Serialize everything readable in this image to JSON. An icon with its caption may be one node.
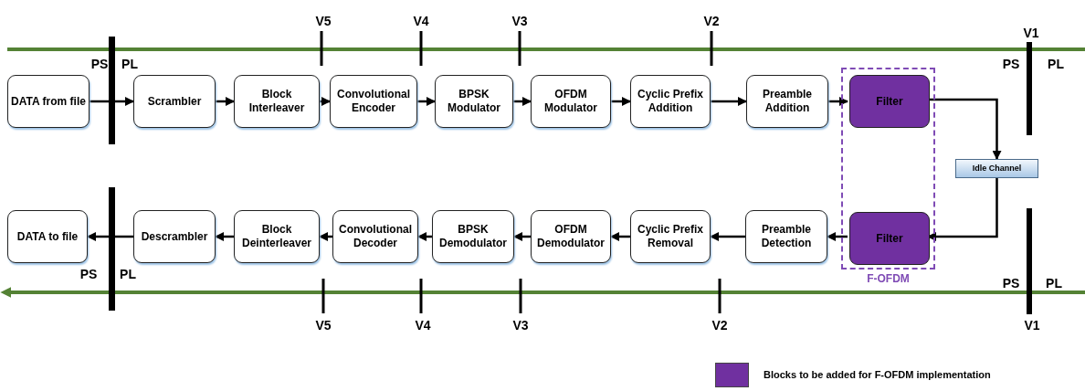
{
  "diagram": {
    "nodes": [
      {
        "text": [
          "DATA from file"
        ]
      },
      {
        "text": [
          "Scrambler"
        ]
      },
      {
        "text": [
          "Block Interleaver"
        ]
      },
      {
        "text": [
          "Convolutional Encoder"
        ]
      },
      {
        "text": [
          "BPSK Modulator"
        ]
      },
      {
        "text": [
          "OFDM Modulator"
        ]
      },
      {
        "text": [
          "Cyclic Prefix Addition"
        ]
      },
      {
        "text": [
          "Preamble Addition"
        ]
      },
      {
        "text": [
          "F-OFDM"
        ]
      },
      {
        "text": [
          "Filter"
        ],
        "in": 8
      },
      {
        "text": [
          "Idle Channel"
        ]
      },
      {
        "text": [
          "Filter"
        ],
        "in": 8
      },
      {
        "text": [
          "Preamble Detection"
        ]
      },
      {
        "text": [
          "Cyclic Prefix Removal"
        ]
      },
      {
        "text": [
          "OFDM Demodulator"
        ]
      },
      {
        "text": [
          "BPSK Demodulator"
        ]
      },
      {
        "text": [
          "Convolutional Decoder"
        ]
      },
      {
        "text": [
          "Block Deinterleaver"
        ]
      },
      {
        "text": [
          "Descrambler"
        ]
      },
      {
        "text": [
          "DATA to file"
        ]
      }
    ],
    "edges": [
      {
        "from": 0,
        "to": 1,
        "arrow": "to"
      },
      {
        "from": 1,
        "to": 2,
        "arrow": "to"
      },
      {
        "from": 2,
        "to": 3,
        "arrow": "to"
      },
      {
        "from": 3,
        "to": 4,
        "arrow": "to"
      },
      {
        "from": 4,
        "to": 5,
        "arrow": "to"
      },
      {
        "from": 5,
        "to": 6,
        "arrow": "to"
      },
      {
        "from": 6,
        "to": 7,
        "arrow": "to"
      },
      {
        "from": 7,
        "to": 9,
        "arrow": "to"
      },
      {
        "from": 9,
        "to": 10,
        "arrow": "to"
      },
      {
        "from": 10,
        "to": 11,
        "arrow": "to"
      },
      {
        "from": 11,
        "to": 12,
        "arrow": "to"
      },
      {
        "from": 12,
        "to": 13,
        "arrow": "to"
      },
      {
        "from": 13,
        "to": 14,
        "arrow": "to"
      },
      {
        "from": 14,
        "to": 15,
        "arrow": "to"
      },
      {
        "from": 15,
        "to": 16,
        "arrow": "to"
      },
      {
        "from": 16,
        "to": 17,
        "arrow": "to"
      },
      {
        "from": 17,
        "to": 18,
        "arrow": "to"
      },
      {
        "from": 18,
        "to": 19,
        "arrow": "to"
      }
    ],
    "labels": [
      "V5",
      "V4",
      "V3",
      "V2",
      "V1",
      "PS",
      "PL",
      "PS",
      "PL",
      "PS",
      "PL",
      "PS",
      "PL",
      "V5",
      "V4",
      "V3",
      "V2",
      "V1"
    ],
    "legend": [
      {
        "text": "Blocks to be added for F-OFDM implementation",
        "color": "#7030a0"
      }
    ]
  }
}
